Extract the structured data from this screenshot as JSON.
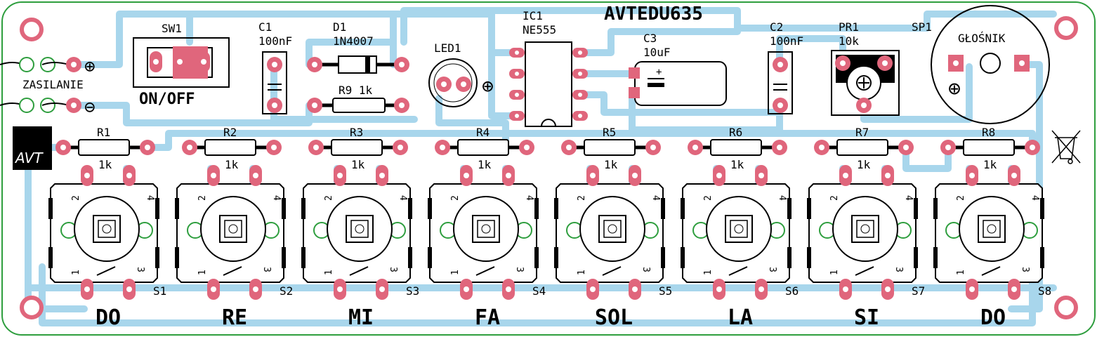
{
  "title": "AVTEDU635",
  "colors": {
    "trace": "#a8d6ec",
    "pad": "#e0667c",
    "pad_dark": "#c0394f",
    "hole_green": "#2e9e3e",
    "silk": "#000000",
    "board_edge": "#2e9e3e"
  },
  "power": {
    "label": "ZASILANIE",
    "plus": "⊕",
    "minus": "⊖"
  },
  "switch": {
    "ref": "SW1",
    "text": "ON/OFF"
  },
  "c1": {
    "ref": "C1",
    "value": "100nF"
  },
  "d1": {
    "ref": "D1",
    "value": "1N4007"
  },
  "r9": {
    "label": "R9 1k"
  },
  "led": {
    "ref": "LED1",
    "plus": "⊕"
  },
  "ic": {
    "ref": "IC1",
    "value": "NE555"
  },
  "c3": {
    "ref": "C3",
    "value": "10uF",
    "plus": "+"
  },
  "c2": {
    "ref": "C2",
    "value": "100nF"
  },
  "pr1": {
    "ref": "PR1",
    "value": "10k"
  },
  "sp1": {
    "ref": "SP1",
    "label": "GŁOŚNIK",
    "plus": "⊕"
  },
  "logo": {
    "text": "AVT"
  },
  "resistors": [
    {
      "ref": "R1",
      "value": "1k"
    },
    {
      "ref": "R2",
      "value": "1k"
    },
    {
      "ref": "R3",
      "value": "1k"
    },
    {
      "ref": "R4",
      "value": "1k"
    },
    {
      "ref": "R5",
      "value": "1k"
    },
    {
      "ref": "R6",
      "value": "1k"
    },
    {
      "ref": "R7",
      "value": "1k"
    },
    {
      "ref": "R8",
      "value": "1k"
    }
  ],
  "buttons": [
    {
      "ref": "S1",
      "note": "DO"
    },
    {
      "ref": "S2",
      "note": "RE"
    },
    {
      "ref": "S3",
      "note": "MI"
    },
    {
      "ref": "S4",
      "note": "FA"
    },
    {
      "ref": "S5",
      "note": "SOL"
    },
    {
      "ref": "S6",
      "note": "LA"
    },
    {
      "ref": "S7",
      "note": "SI"
    },
    {
      "ref": "S8",
      "note": "DO"
    }
  ],
  "pin_labels": {
    "p1": "1",
    "p2": "2",
    "p3": "3",
    "p4": "4"
  }
}
